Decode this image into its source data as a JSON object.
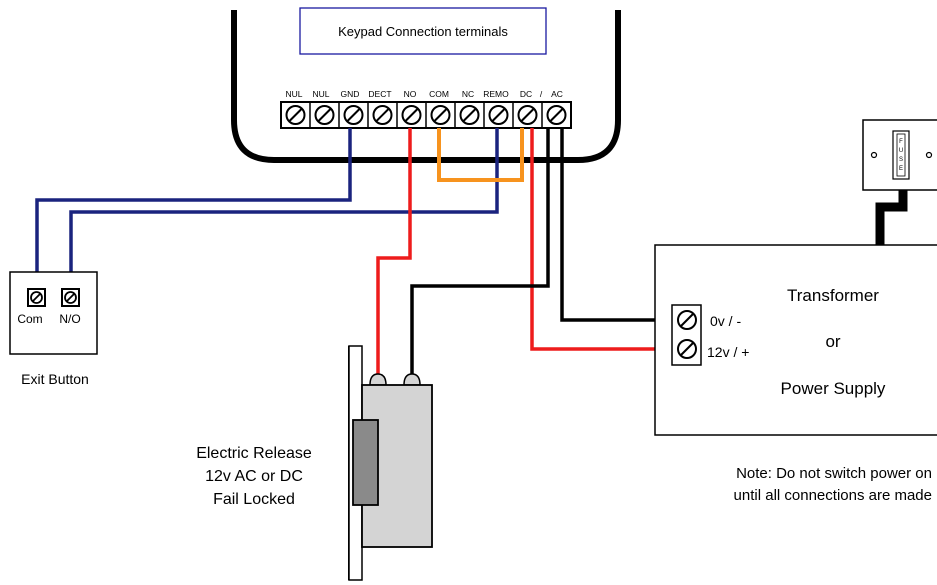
{
  "keypad": {
    "title": "Keypad Connection terminals",
    "terminal_labels": [
      "NUL",
      "NUL",
      "GND",
      "DECT",
      "NO",
      "COM",
      "NC",
      "REMO",
      "DC",
      "/",
      "AC"
    ]
  },
  "exit_button": {
    "terminal_com": "Com",
    "terminal_no": "N/O",
    "caption": "Exit Button"
  },
  "release": {
    "line1": "Electric Release",
    "line2": "12v AC or DC",
    "line3": "Fail Locked"
  },
  "power": {
    "title_line1": "Transformer",
    "title_line2": "or",
    "title_line3": "Power Supply",
    "terminal_0v": "0v / -",
    "terminal_12v": "12v / +"
  },
  "fuse": {
    "letters": [
      "F",
      "U",
      "S",
      "E"
    ]
  },
  "note": {
    "line1": "Note: Do not switch power on",
    "line2": "until all connections are made"
  },
  "colors": {
    "wire_blue": "#1a237e",
    "wire_red": "#ee1c1c",
    "wire_black": "#000000",
    "wire_orange": "#f7931e",
    "title_border": "#1a1aa0",
    "release_body": "#d4d4d4",
    "release_bolt": "#8a8a8a"
  }
}
